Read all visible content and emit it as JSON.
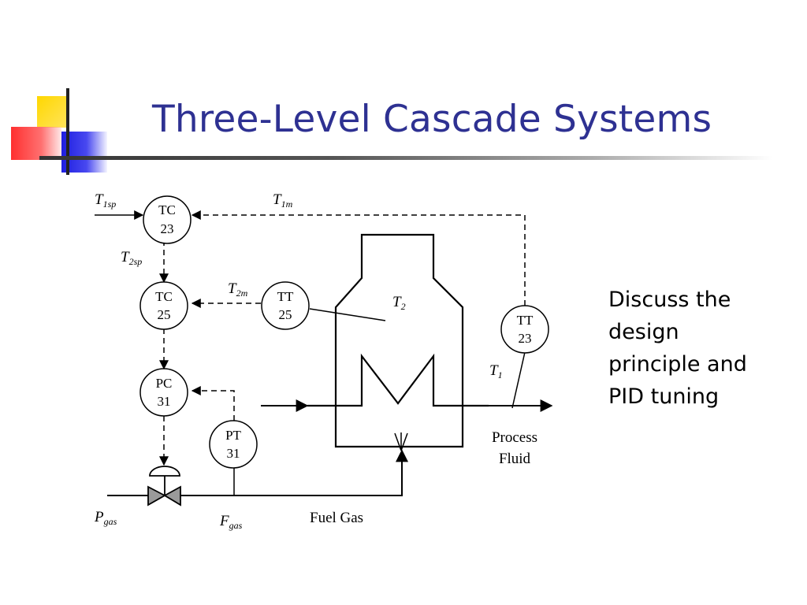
{
  "slide": {
    "title": "Three-Level Cascade Systems",
    "note_lines": [
      "Discuss the",
      "design",
      "principle and",
      "PID tuning"
    ]
  },
  "diagram": {
    "instruments": {
      "tc23": {
        "line1": "TC",
        "line2": "23"
      },
      "tc25": {
        "line1": "TC",
        "line2": "25"
      },
      "pc31": {
        "line1": "PC",
        "line2": "31"
      },
      "tt25": {
        "line1": "TT",
        "line2": "25"
      },
      "tt23": {
        "line1": "TT",
        "line2": "23"
      },
      "pt31": {
        "line1": "PT",
        "line2": "31"
      }
    },
    "signals": {
      "t1sp": {
        "base": "T",
        "sub": "1sp"
      },
      "t1m": {
        "base": "T",
        "sub": "1m"
      },
      "t2sp": {
        "base": "T",
        "sub": "2sp"
      },
      "t2m": {
        "base": "T",
        "sub": "2m"
      },
      "t2": {
        "base": "T",
        "sub": "2"
      },
      "t1": {
        "base": "T",
        "sub": "1"
      },
      "pgas": {
        "base": "P",
        "sub": "gas"
      },
      "fgas": {
        "base": "F",
        "sub": "gas"
      }
    },
    "labels": {
      "fuel_gas": "Fuel Gas",
      "process_line1": "Process",
      "process_line2": "Fluid"
    }
  },
  "colors": {
    "title": "#2E3192",
    "deco_yellow": "#FFD700",
    "deco_red": "#FF3B3B",
    "deco_blue": "#2A2AE8"
  }
}
